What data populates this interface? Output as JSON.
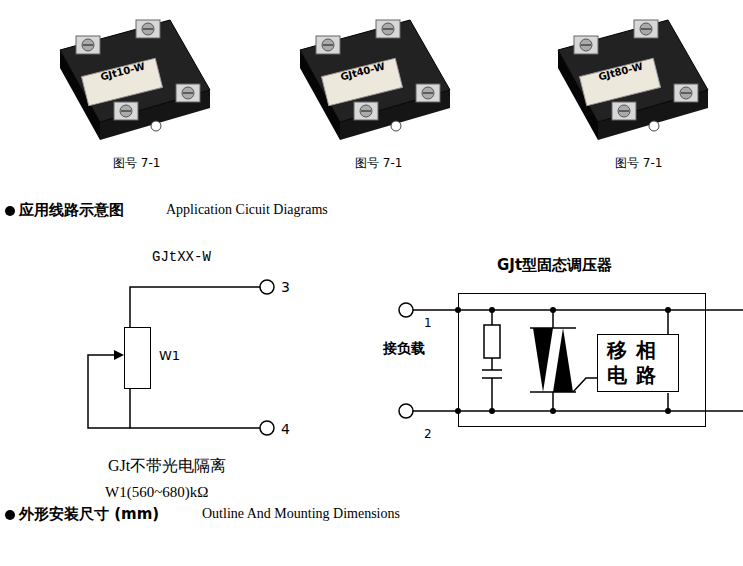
{
  "diagram": {
    "nodes": [
      {
        "text": [
          "W1"
        ]
      },
      {
        "text": [
          "GJt型固态调压器"
        ]
      },
      {
        "text": [
          "移相电路"
        ],
        "in": 1
      }
    ],
    "labels": [
      "GJt10-W",
      "GJt40-W",
      "GJt80-W",
      "图号 7-1",
      "图号 7-1",
      "图号 7-1",
      "应用线路示意图",
      "Application Cicuit Diagrams",
      "GJtXX-W",
      "3",
      "4",
      "GJt不带光电隔离",
      "W1(560~680)kΩ",
      "1",
      "接负载",
      "2",
      "外形安装尺寸 (mm)",
      "Outline And Mounting Dimensions"
    ]
  }
}
